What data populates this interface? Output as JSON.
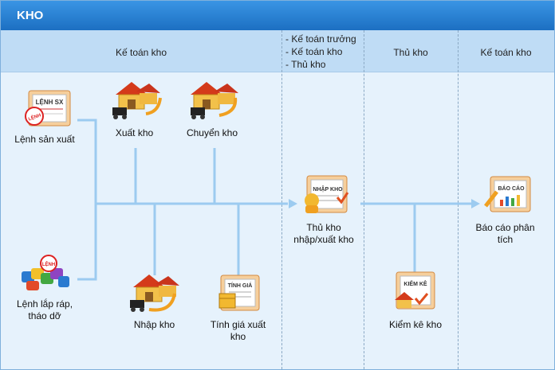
{
  "title": "KHO",
  "columns": {
    "col1": "Kế toán kho",
    "col2_lines": [
      "- Kế toán trưởng",
      "- Kế toán kho",
      "- Thủ kho"
    ],
    "col3": "Thủ kho",
    "col4": "Kế toán kho"
  },
  "nodes": {
    "lenh_san_xuat": {
      "label": "Lệnh sản xuất",
      "doc_title": "LỆNH SX",
      "stamp": "LỆNH"
    },
    "xuat_kho": {
      "label": "Xuất kho"
    },
    "chuyen_kho": {
      "label": "Chuyển kho"
    },
    "lenh_lap_rap": {
      "label_lines": [
        "Lệnh lắp ráp,",
        "tháo dỡ"
      ],
      "stamp": "LỆNH"
    },
    "nhap_kho": {
      "label": "Nhập kho"
    },
    "tinh_gia": {
      "label_lines": [
        "Tính giá xuất",
        "kho"
      ],
      "doc_title": "TÍNH GIÁ"
    },
    "thu_kho": {
      "label_lines": [
        "Thủ kho",
        "nhập/xuất kho"
      ],
      "doc_title": "NHẬP KHO"
    },
    "kiem_ke": {
      "label": "Kiểm kê kho",
      "doc_title": "KIỂM KÊ"
    },
    "bao_cao": {
      "label_lines": [
        "Báo cáo phân",
        "tích"
      ],
      "doc_title": "BÁO CÁO"
    }
  },
  "colors": {
    "title_bar": "#1f73c6",
    "header_band": "#bfdcf5",
    "background": "#e6f2fc",
    "connector": "#9ccbf0"
  }
}
